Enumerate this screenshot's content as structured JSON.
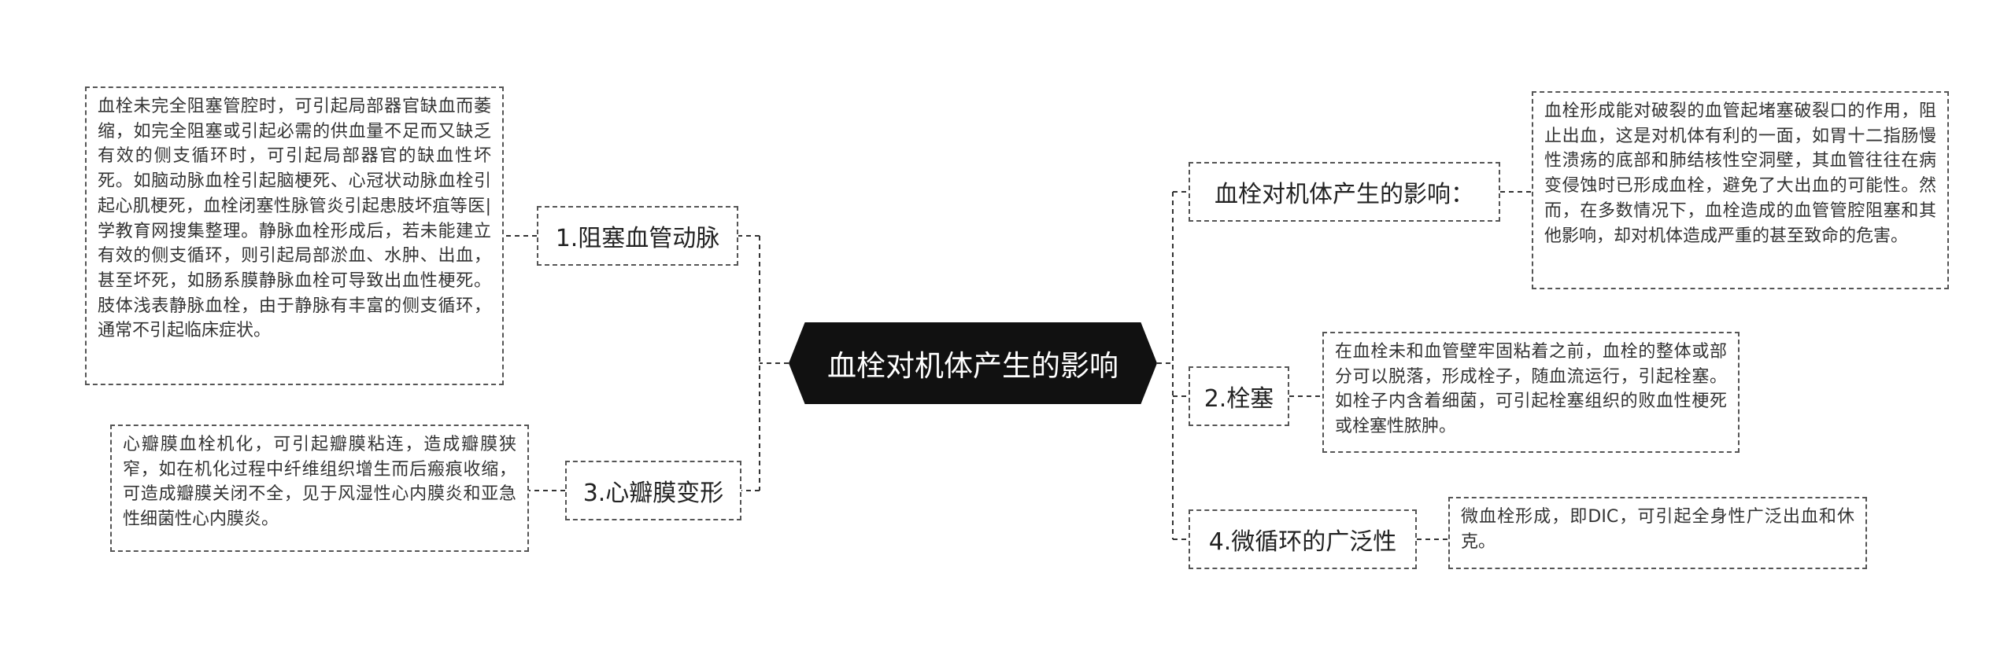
{
  "diagram": {
    "root": {
      "label": "血栓对机体产生的影响"
    },
    "left_branches": [
      {
        "label": "1.阻塞血管动脉",
        "note": "血栓未完全阻塞管腔时，可引起局部器官缺血而萎缩，如完全阻塞或引起必需的供血量不足而又缺乏有效的侧支循环时，可引起局部器官的缺血性坏死。如脑动脉血栓引起脑梗死、心冠状动脉血栓引起心肌梗死，血栓闭塞性脉管炎引起患肢坏疽等医|学教育网搜集整理。静脉血栓形成后，若未能建立有效的侧支循环，则引起局部淤血、水肿、出血，甚至坏死，如肠系膜静脉血栓可导致出血性梗死。肢体浅表静脉血栓，由于静脉有丰富的侧支循环，通常不引起临床症状。"
      },
      {
        "label": "3.心瓣膜变形",
        "note": "心瓣膜血栓机化，可引起瓣膜粘连，造成瓣膜狭窄，如在机化过程中纤维组织增生而后瘢痕收缩，可造成瓣膜关闭不全，见于风湿性心内膜炎和亚急性细菌性心内膜炎。"
      }
    ],
    "right_branches": [
      {
        "label": "血栓对机体产生的影响：",
        "note": "血栓形成能对破裂的血管起堵塞破裂口的作用，阻止出血，这是对机体有利的一面，如胃十二指肠慢性溃疡的底部和肺结核性空洞壁，其血管往往在病变侵蚀时已形成血栓，避免了大出血的可能性。然而，在多数情况下，血栓造成的血管管腔阻塞和其他影响，却对机体造成严重的甚至致命的危害。"
      },
      {
        "label": "2.栓塞",
        "note": "在血栓未和血管壁牢固粘着之前，血栓的整体或部分可以脱落，形成栓子，随血流运行，引起栓塞。如栓子内含着细菌，可引起栓塞组织的败血性梗死或栓塞性脓肿。"
      },
      {
        "label": "4.微循环的广泛性",
        "note": "微血栓形成，即DIC，可引起全身性广泛出血和休克。"
      }
    ]
  },
  "colors": {
    "root_fill": "#111111",
    "root_text": "#ffffff",
    "border": "#555555",
    "text": "#222222"
  }
}
